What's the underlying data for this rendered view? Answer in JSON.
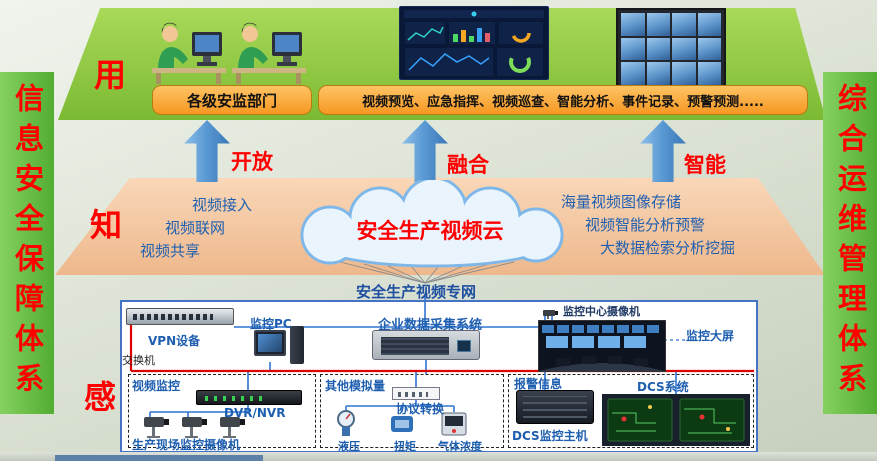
{
  "banners": {
    "left": "信息安全保障体系",
    "right": "综合运维管理体系"
  },
  "layer_use": {
    "tag": "用",
    "dept_box": "各级安监部门",
    "functions_box": "视频预览、应急指挥、视频巡查、智能分析、事件记录、预警预测....."
  },
  "arrows": {
    "open": "开放",
    "fuse": "融合",
    "smart": "智能"
  },
  "layer_know": {
    "tag": "知",
    "cloud_title": "安全生产视频云",
    "left_items": [
      "视频接入",
      "视频联网",
      "视频共享"
    ],
    "right_items": [
      "海量视频图像存储",
      "视频智能分析预警",
      "大数据检索分析挖掘"
    ]
  },
  "layer_sense": {
    "tag": "感",
    "network_label": "安全生产视频专网",
    "devices": {
      "switch_label": "交换机",
      "vpn_label": "VPN设备",
      "pc_label": "监控PC",
      "daq_label": "企业数据采集系统",
      "center_camera_label": "监控中心摄像机",
      "big_screen_label": "监控大屏"
    },
    "group_video": {
      "title": "视频监控",
      "dvr": "DVR/NVR",
      "cameras": "生产现场监控摄像机"
    },
    "group_analog": {
      "title": "其他模拟量",
      "converter": "协议转换",
      "sensors": [
        "液压",
        "扭矩",
        "气体浓度"
      ]
    },
    "group_alarm": {
      "title": "报警信息",
      "dcs_system": "DCS系统",
      "dcs_host": "DCS监控主机"
    }
  },
  "colors": {
    "banner_green": "#5fbc3c",
    "layer_green": "#8dc63f",
    "layer_salmon": "#f6cba7",
    "arrow_blue": "#5b9bd5",
    "accent_red": "#ff0000",
    "text_blue": "#1f5fb0",
    "orange_box": "#f9a23b"
  },
  "icons": {
    "operators-clipart": "people-at-computers",
    "dashboard-screen": "monitoring-dashboard",
    "video-wall": "tiled-displays",
    "cloud-icon": "cloud",
    "up-arrow-icon": "block-arrow-up",
    "switch-icon": "network-switch",
    "pc-icon": "desktop-computer",
    "daq-icon": "industrial-computer",
    "camera-icon": "cctv-camera",
    "control-room-photo": "monitoring-center",
    "dvr-icon": "video-recorder",
    "converter-icon": "protocol-converter",
    "sensor-icons": "industrial-sensors",
    "server-icon": "dcs-server",
    "dcs-screens-icon": "dcs-hmi-screens"
  }
}
